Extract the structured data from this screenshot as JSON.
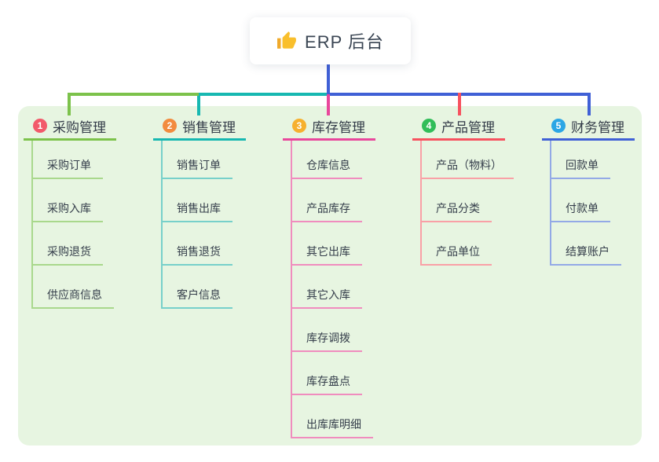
{
  "root": {
    "title": "ERP 后台",
    "icon": "thumbs-up-icon",
    "icon_color": "#F9BF2C"
  },
  "canvas": {
    "background": "#E7F5E1"
  },
  "connector": {
    "root_line_color": "#4060D6"
  },
  "branches": [
    {
      "number": "1",
      "label": "采购管理",
      "line_color": "#7CC24B",
      "child_line_color": "#A9D88C",
      "badge_color": "#F2596A",
      "children": [
        "采购订单",
        "采购入库",
        "采购退货",
        "供应商信息"
      ]
    },
    {
      "number": "2",
      "label": "销售管理",
      "line_color": "#17B8B1",
      "child_line_color": "#77D0CA",
      "badge_color": "#F28B3E",
      "children": [
        "销售订单",
        "销售出库",
        "销售退货",
        "客户信息"
      ]
    },
    {
      "number": "3",
      "label": "库存管理",
      "line_color": "#E9479C",
      "child_line_color": "#F08CBE",
      "badge_color": "#F6B02E",
      "children": [
        "仓库信息",
        "产品库存",
        "其它出库",
        "其它入库",
        "库存调拨",
        "库存盘点",
        "出库库明细"
      ]
    },
    {
      "number": "4",
      "label": "产品管理",
      "line_color": "#F7525F",
      "child_line_color": "#F9A0A6",
      "badge_color": "#31BD59",
      "children": [
        "产品（物料）",
        "产品分类",
        "产品单位"
      ]
    },
    {
      "number": "5",
      "label": "财务管理",
      "line_color": "#4060D6",
      "child_line_color": "#93A9E6",
      "badge_color": "#2BA6E5",
      "children": [
        "回款单",
        "付款单",
        "结算账户"
      ]
    }
  ]
}
